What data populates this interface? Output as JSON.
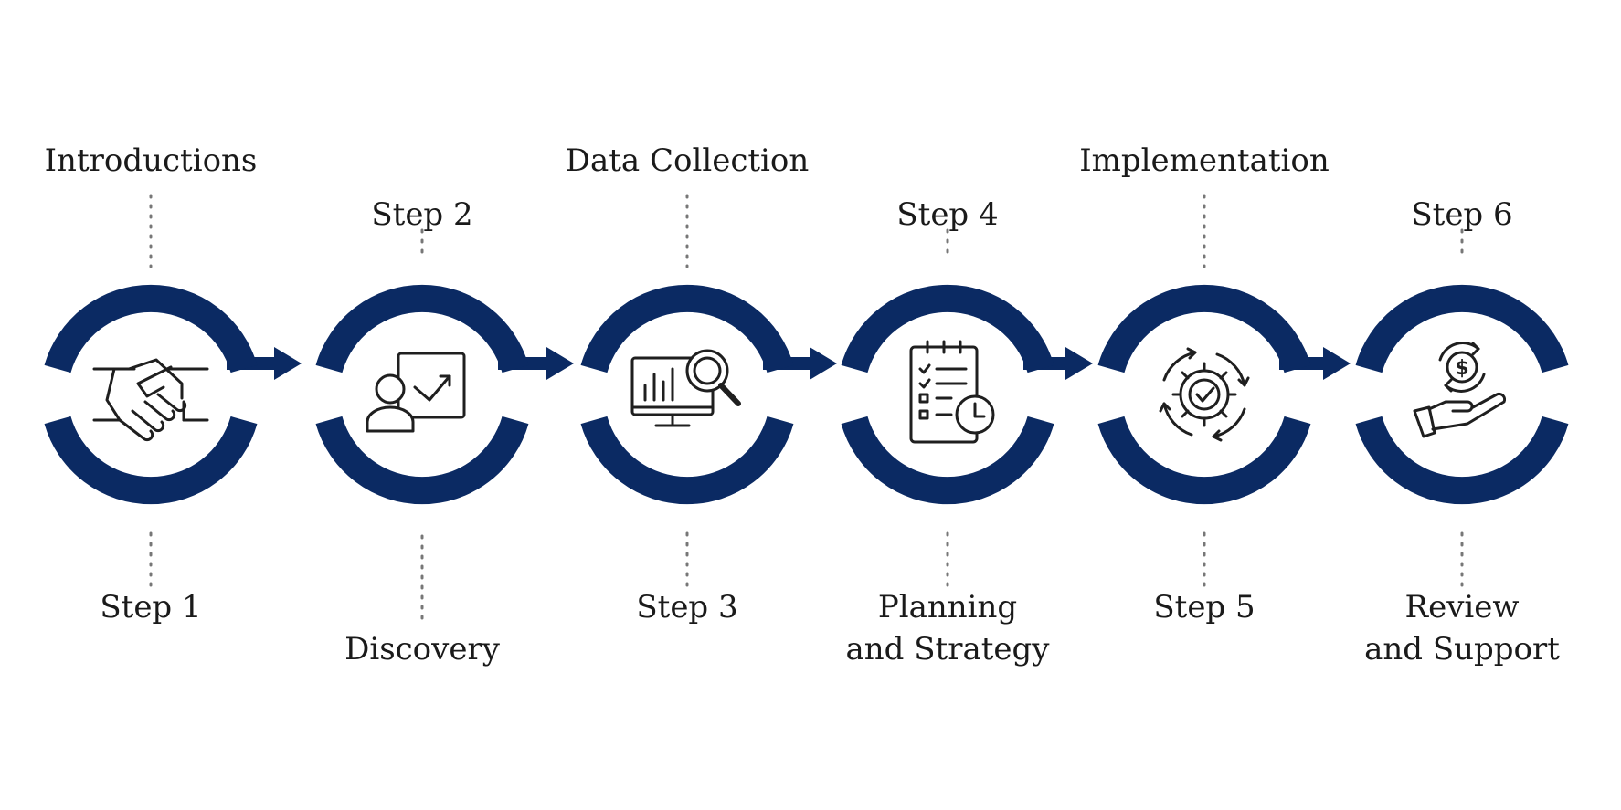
{
  "accent_color": "#0b2a63",
  "steps": [
    {
      "step_label": "Step 1",
      "title_lines": [
        "Introductions"
      ],
      "icon": "handshake-icon"
    },
    {
      "step_label": "Step 2",
      "title_lines": [
        "Discovery"
      ],
      "icon": "user-chart-icon"
    },
    {
      "step_label": "Step 3",
      "title_lines": [
        "Data Collection"
      ],
      "icon": "monitor-analytics-icon"
    },
    {
      "step_label": "Step 4",
      "title_lines": [
        "Planning",
        "and Strategy"
      ],
      "icon": "checklist-clock-icon"
    },
    {
      "step_label": "Step 5",
      "title_lines": [
        "Implementation"
      ],
      "icon": "gear-check-icon"
    },
    {
      "step_label": "Step 6",
      "title_lines": [
        "Review",
        "and Support"
      ],
      "icon": "money-hand-icon"
    }
  ]
}
